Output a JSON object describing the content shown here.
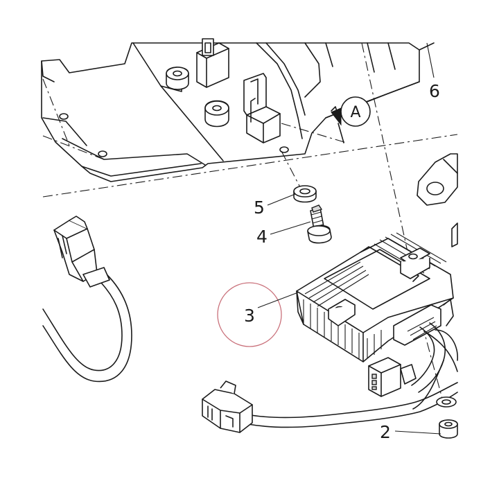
{
  "callouts": {
    "c2": "2",
    "c3": "3",
    "c4": "4",
    "c5": "5",
    "c6": "6",
    "view_a": "A"
  },
  "highlight_color": "#c9707a"
}
